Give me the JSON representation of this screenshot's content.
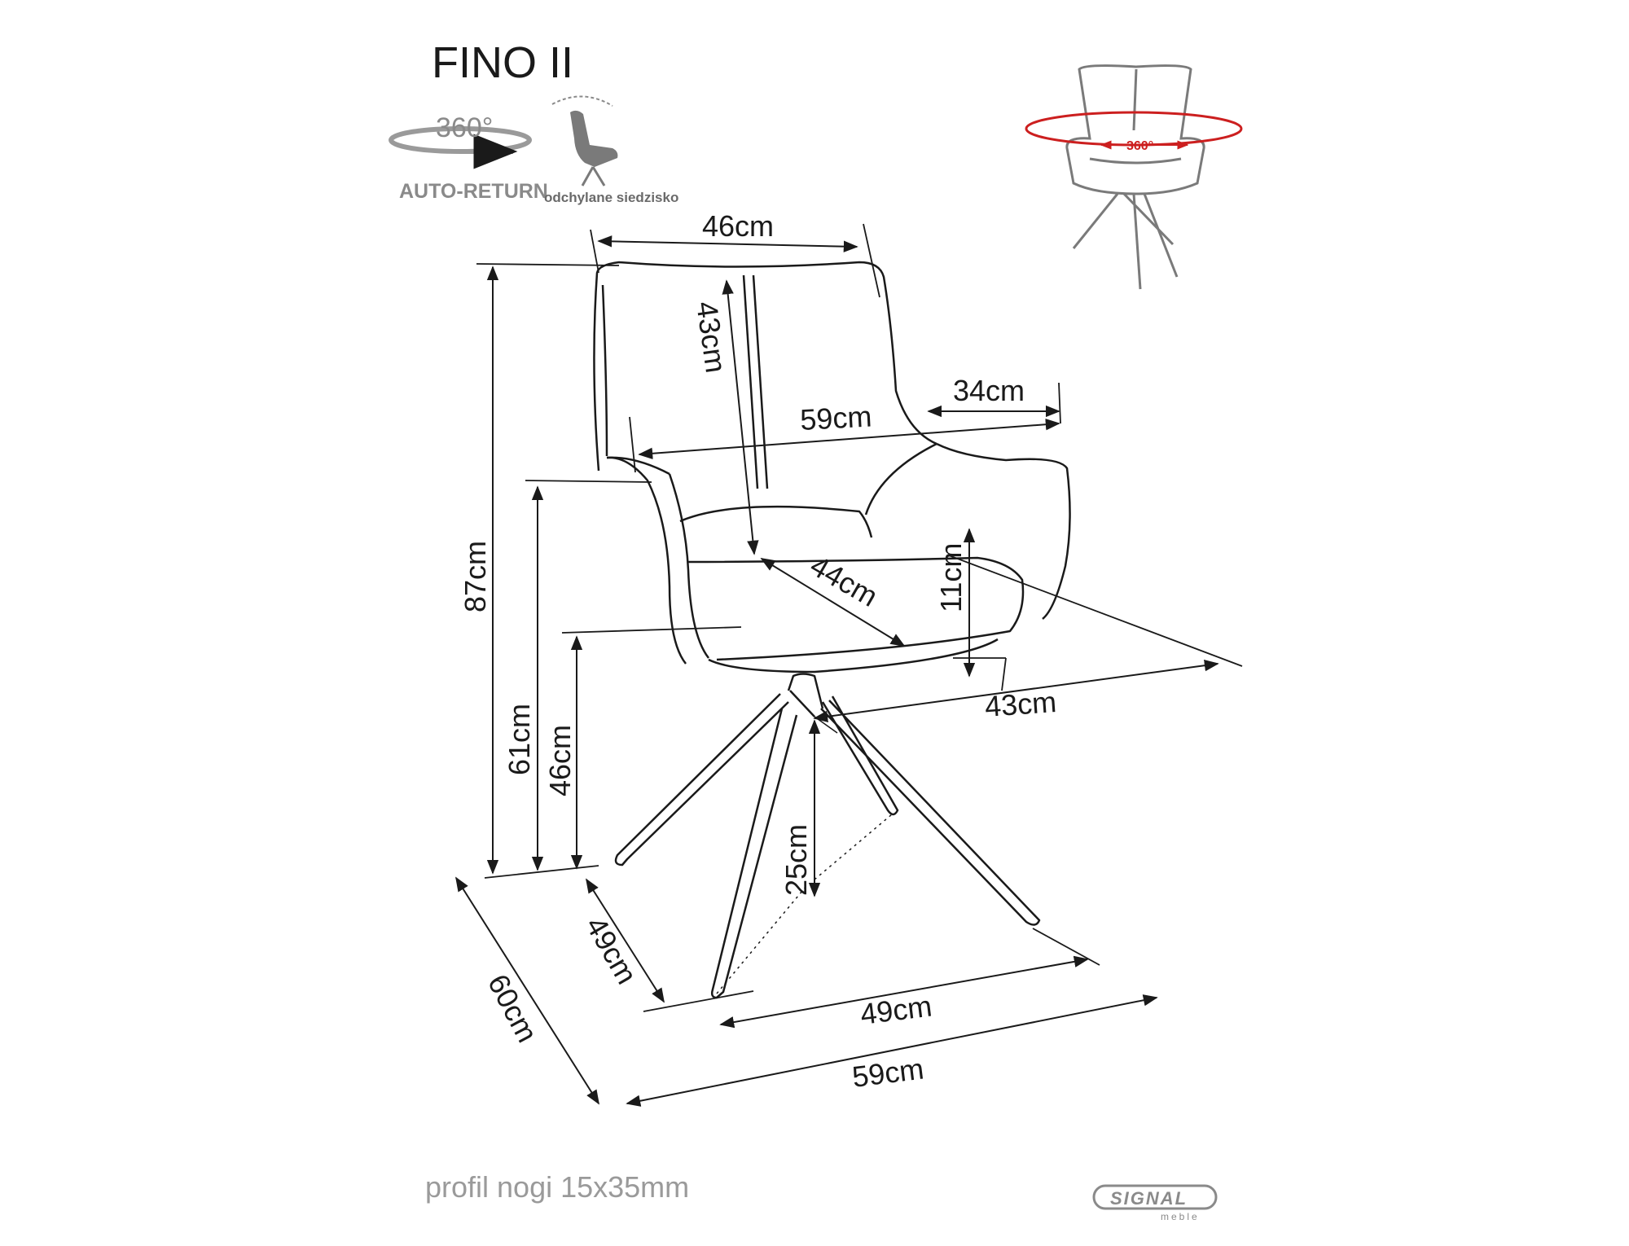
{
  "title": "FINO II",
  "icons": {
    "rotation_label": "360°",
    "auto_return_label": "AUTO-RETURN",
    "tilt_label": "odchylane siedzisko"
  },
  "thumbnail": {
    "rotation_label": "360°"
  },
  "dimensions": {
    "back_width": "46cm",
    "back_height": "43cm",
    "arm_depth": "34cm",
    "arm_width": "59cm",
    "total_height": "87cm",
    "arm_height": "61cm",
    "seat_height": "46cm",
    "seat_width": "44cm",
    "seat_thickness": "11cm",
    "seat_depth": "43cm",
    "leg_height": "25cm",
    "base_depth": "49cm",
    "base_width": "49cm",
    "total_depth": "60cm",
    "total_width": "59cm"
  },
  "footer": {
    "leg_profile": "profil nogi 15x35mm",
    "brand": "SIGNAL",
    "brand_sub": "meble"
  },
  "colors": {
    "line": "#1a1a1a",
    "accent_red": "#cc1f1f",
    "icon_gray": "#8a8a8a"
  }
}
